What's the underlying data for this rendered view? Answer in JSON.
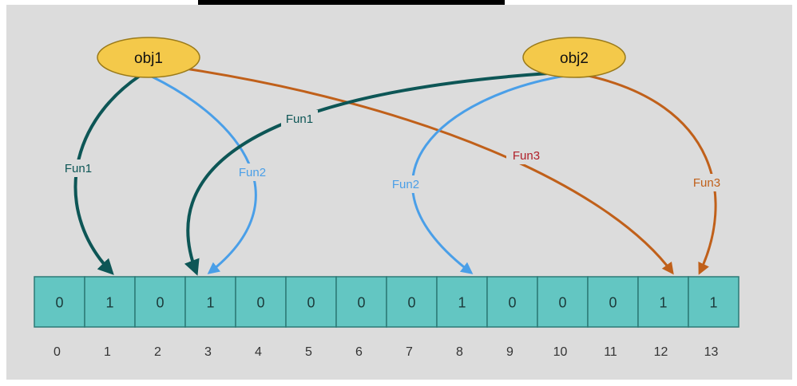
{
  "objects": [
    {
      "id": "obj1",
      "label": "obj1"
    },
    {
      "id": "obj2",
      "label": "obj2"
    }
  ],
  "bits": [
    0,
    1,
    0,
    1,
    0,
    0,
    0,
    0,
    1,
    0,
    0,
    0,
    1,
    1
  ],
  "indices": [
    "0",
    "1",
    "2",
    "3",
    "4",
    "5",
    "6",
    "7",
    "8",
    "9",
    "10",
    "11",
    "12",
    "13"
  ],
  "edges": [
    {
      "from": "obj1",
      "label": "Fun1",
      "to_index": 1,
      "color": "#0d5656"
    },
    {
      "from": "obj1",
      "label": "Fun2",
      "to_index": 3,
      "color": "#4a9fe8"
    },
    {
      "from": "obj1",
      "label": "Fun3",
      "to_index": 12,
      "color": "#c0601a",
      "label_color": "#b0202a"
    },
    {
      "from": "obj2",
      "label": "Fun1",
      "to_index": 3,
      "color": "#0d5656"
    },
    {
      "from": "obj2",
      "label": "Fun2",
      "to_index": 8,
      "color": "#4a9fe8"
    },
    {
      "from": "obj2",
      "label": "Fun3",
      "to_index": 13,
      "color": "#c0601a"
    }
  ],
  "colors": {
    "cell_fill": "#63c6c2",
    "cell_stroke": "#2d7a76",
    "node_fill": "#f4c94a",
    "node_stroke": "#9a7a1a"
  }
}
